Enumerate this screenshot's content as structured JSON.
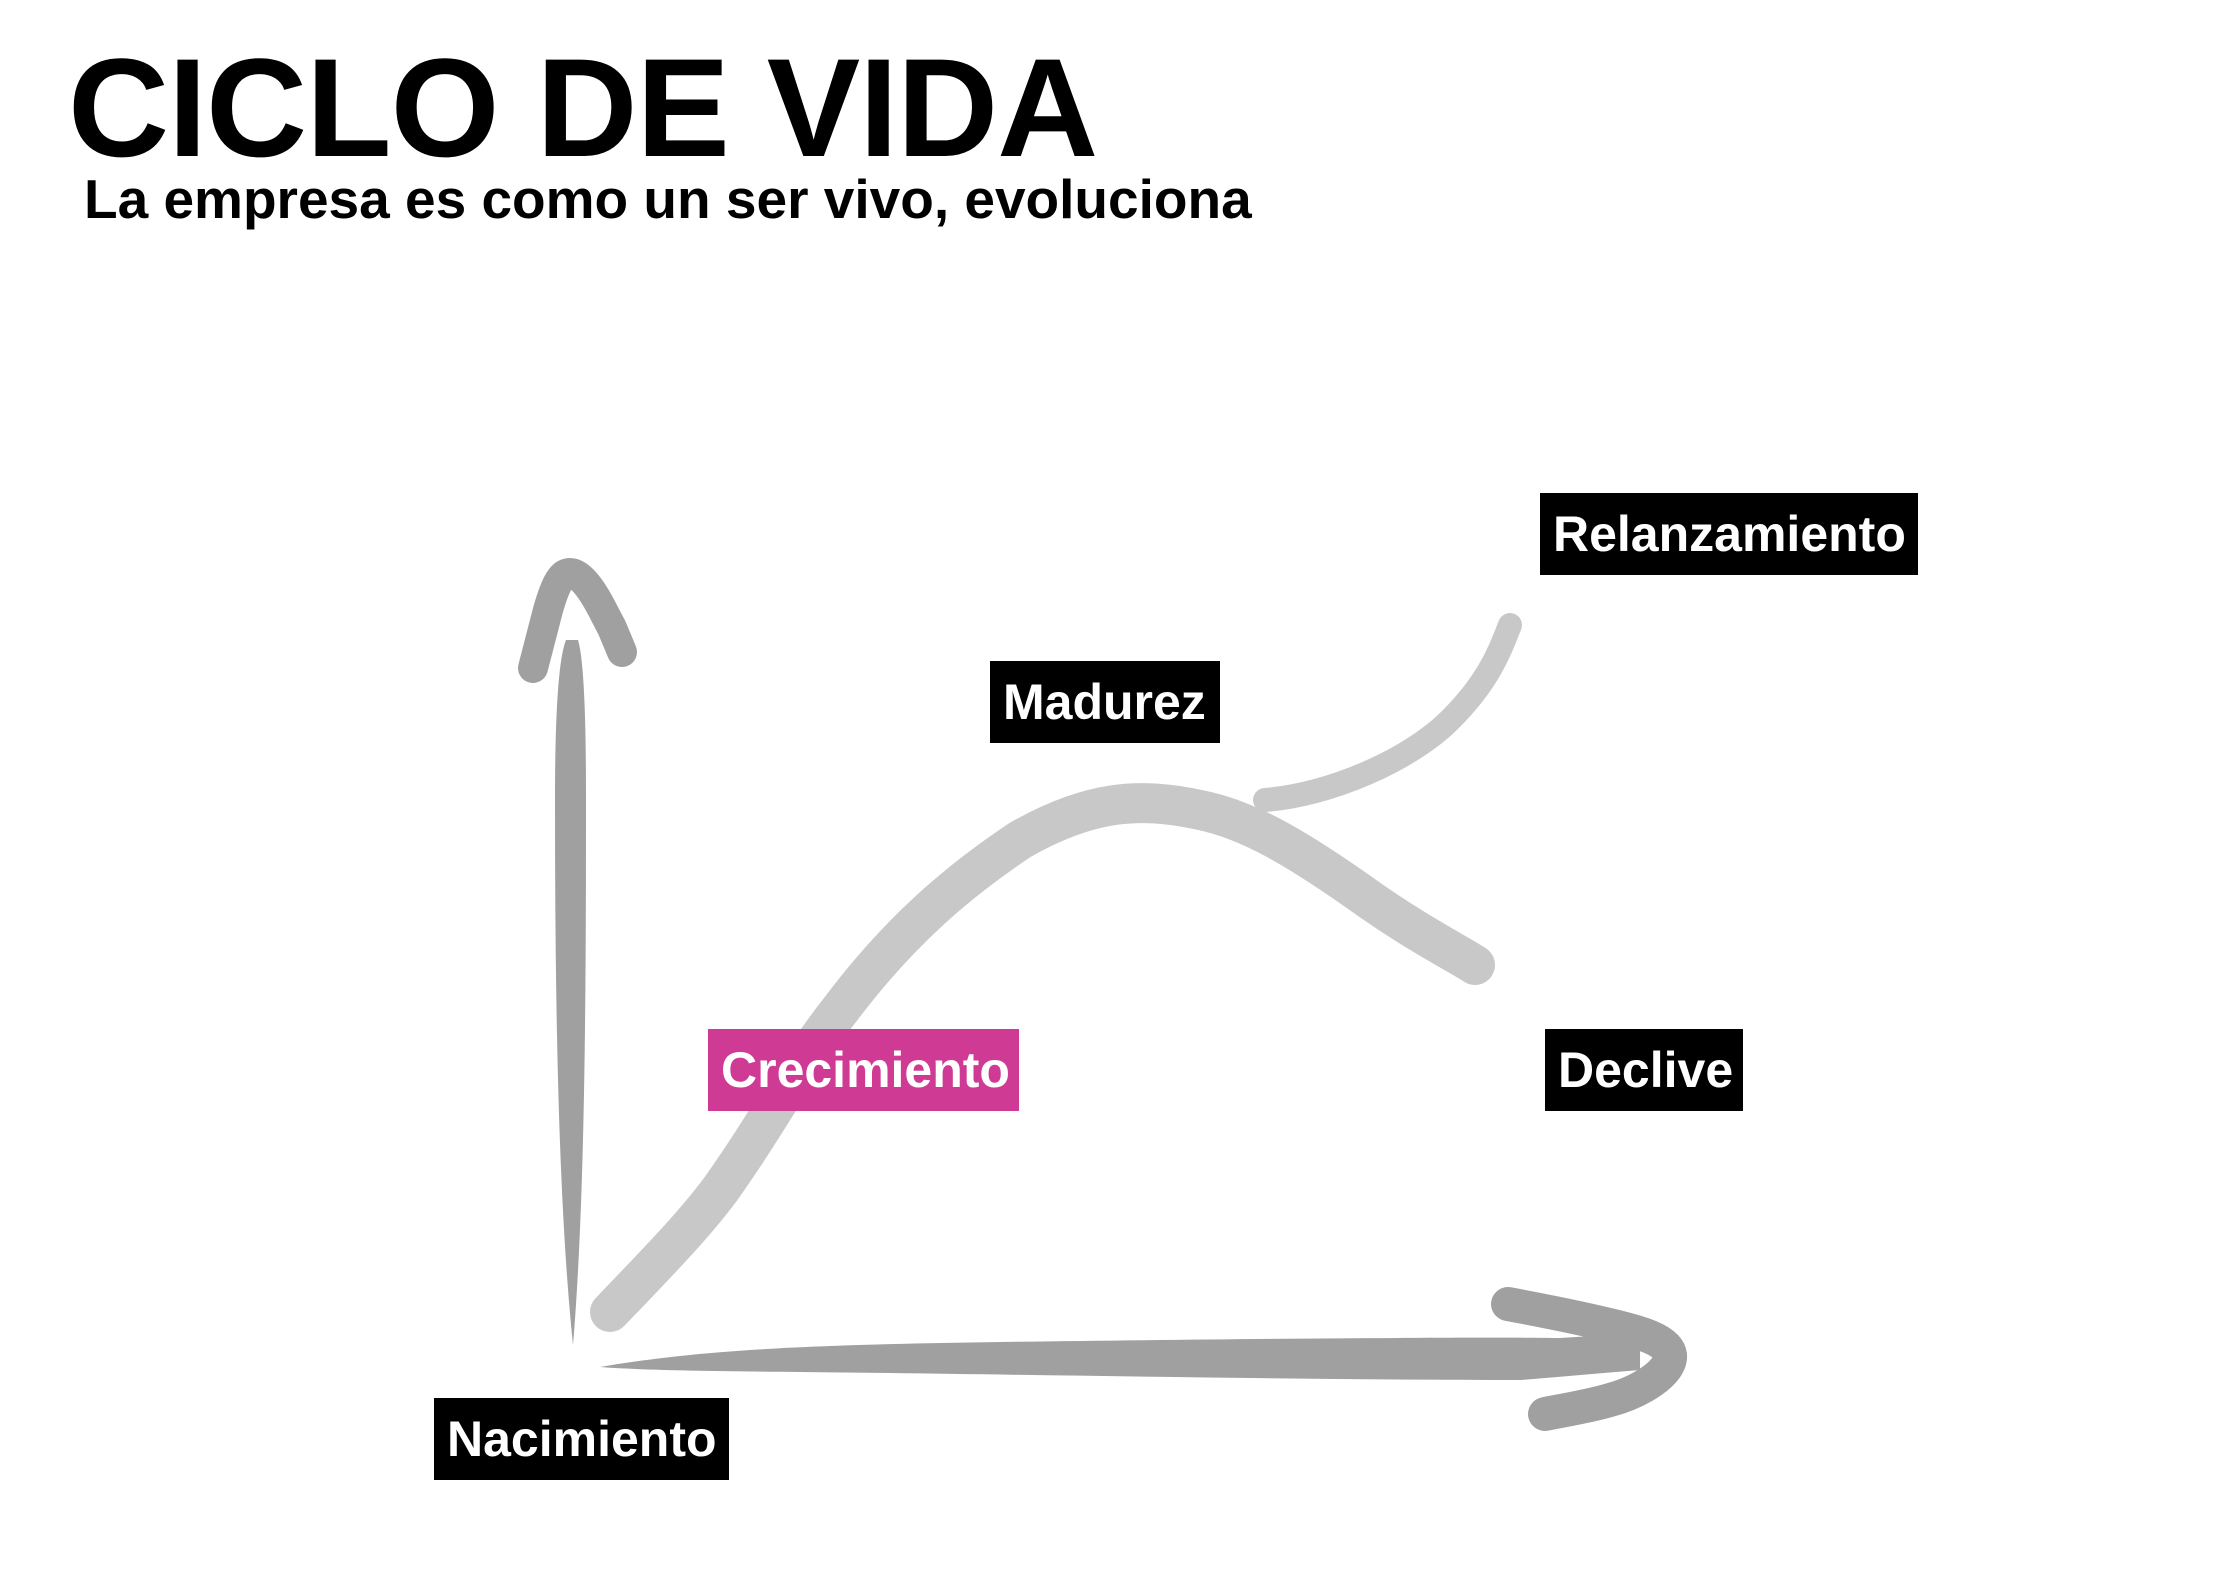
{
  "title": "CICLO DE VIDA",
  "subtitle": "La empresa es como un ser vivo, evoluciona",
  "stages": {
    "nacimiento": "Nacimiento",
    "crecimiento": "Crecimiento",
    "madurez": "Madurez",
    "declive": "Declive",
    "relanzamiento": "Relanzamiento"
  },
  "colors": {
    "axis": "#a0a0a0",
    "curve": "#c8c8c8",
    "label_bg": "#000000",
    "label_text": "#ffffff",
    "highlight": "#cf3a94"
  }
}
